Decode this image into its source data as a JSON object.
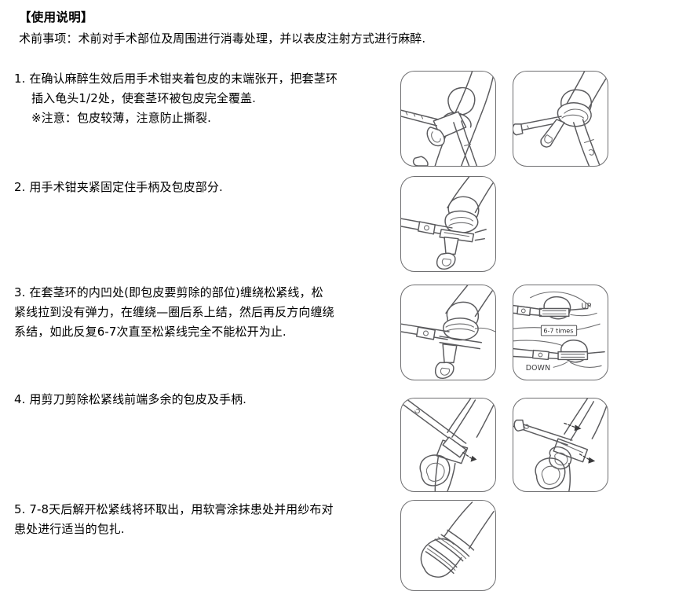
{
  "document": {
    "title": "【使用说明】",
    "subtitle": "术前事项：术前对手术部位及周围进行消毒处理，并以表皮注射方式进行麻醉."
  },
  "steps": [
    {
      "number": "1.",
      "lines": [
        "1. 在确认麻醉生效后用手术钳夹着包皮的末端张开，把套茎环",
        "插入龟头1/2处，使套茎环被包皮完全覆盖.",
        "※注意：包皮较薄，注意防止撕裂."
      ]
    },
    {
      "number": "2.",
      "lines": [
        "2. 用手术钳夹紧固定住手柄及包皮部分."
      ]
    },
    {
      "number": "3.",
      "lines": [
        "3. 在套茎环的内凹处(即包皮要剪除的部位)缠绕松紧线，松",
        "紧线拉到没有弹力，在缠绕—圈后系上结，然后再反方向缠绕",
        "系结，如此反复6-7次直至松紧线完全不能松开为止."
      ]
    },
    {
      "number": "4.",
      "lines": [
        "4. 用剪刀剪除松紧线前端多余的包皮及手柄."
      ]
    },
    {
      "number": "5.",
      "lines": [
        "5. 7-8天后解开松紧线将环取出，用软膏涂抹患处并用纱布对",
        "患处进行适当的包扎."
      ]
    }
  ],
  "figures": {
    "panel_1a": {
      "name": "forceps-grasping-foreskin"
    },
    "panel_1b": {
      "name": "ring-inserted-into-glans"
    },
    "panel_2a": {
      "name": "forceps-clamping-handle"
    },
    "panel_3a": {
      "name": "thread-winding-on-ring-groove"
    },
    "panel_3b": {
      "name": "winding-direction-diagram",
      "label_up": "UP",
      "label_count": "6-7 times",
      "label_down": "DOWN"
    },
    "panel_4a": {
      "name": "scissors-trimming-foreskin"
    },
    "panel_4b": {
      "name": "scissors-cutting-handle"
    },
    "panel_5a": {
      "name": "bandaged-result"
    }
  },
  "colors": {
    "line": "#5b5b5e",
    "line_light": "#6e6e70",
    "panel_border": "#6e6e70",
    "text": "#000000",
    "background": "#ffffff"
  }
}
